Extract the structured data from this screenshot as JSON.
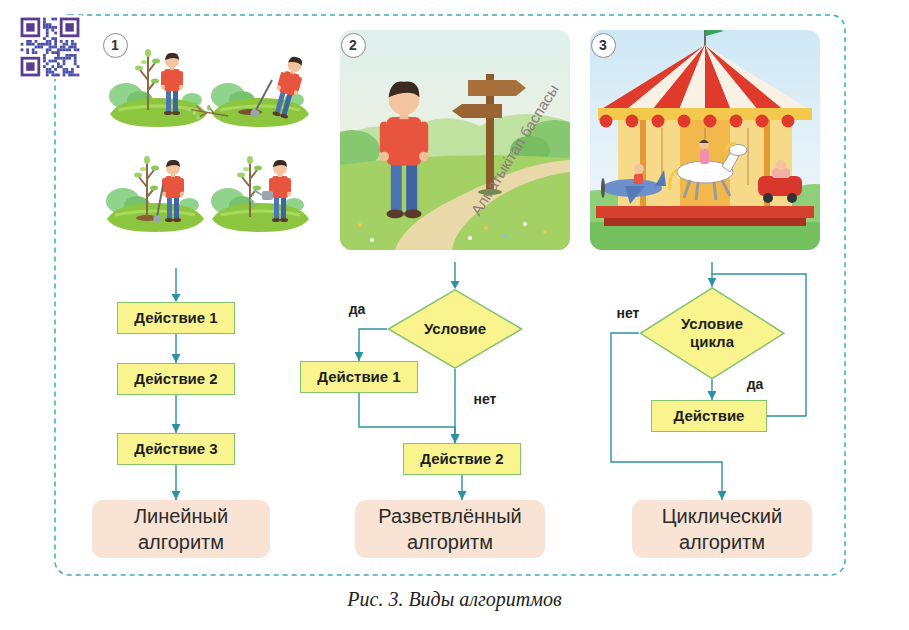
{
  "diagram": {
    "caption": "Рис. 3. Виды алгоритмов",
    "nodes": [
      {
        "text": [
          "1"
        ]
      },
      {
        "text": [
          "Действие 1"
        ]
      },
      {
        "text": [
          "Действие 2"
        ]
      },
      {
        "text": [
          "Действие 3"
        ]
      },
      {
        "text": [
          "Линейный алгоритм"
        ]
      },
      {
        "text": [
          "2"
        ]
      },
      {
        "text": [
          "Условие"
        ]
      },
      {
        "text": [
          "Действие 1"
        ]
      },
      {
        "text": [
          "Действие 2"
        ]
      },
      {
        "text": [
          "Разветвлённый алгоритм"
        ]
      },
      {
        "text": [
          "3"
        ]
      },
      {
        "text": [
          "Условие цикла"
        ]
      },
      {
        "text": [
          "Действие"
        ]
      },
      {
        "text": [
          "Циклический алгоритм"
        ]
      }
    ],
    "edges": [
      {
        "from": 1,
        "to": 2,
        "arrow": "to"
      },
      {
        "from": 2,
        "to": 3,
        "arrow": "to"
      },
      {
        "from": 3,
        "to": 4,
        "arrow": "to"
      },
      {
        "from": 6,
        "to": 7,
        "label": "да",
        "arrow": "to"
      },
      {
        "from": 6,
        "to": 8,
        "label": "нет",
        "arrow": "to"
      },
      {
        "from": 7,
        "to": 8,
        "arrow": "to"
      },
      {
        "from": 8,
        "to": 9,
        "arrow": "to"
      },
      {
        "from": 11,
        "to": 12,
        "label": "да",
        "arrow": "to"
      },
      {
        "from": 12,
        "to": 11,
        "arrow": "to"
      },
      {
        "from": 11,
        "to": 13,
        "label": "нет",
        "arrow": "to"
      }
    ],
    "labels": [
      "Алматыкітап баспасы"
    ]
  }
}
